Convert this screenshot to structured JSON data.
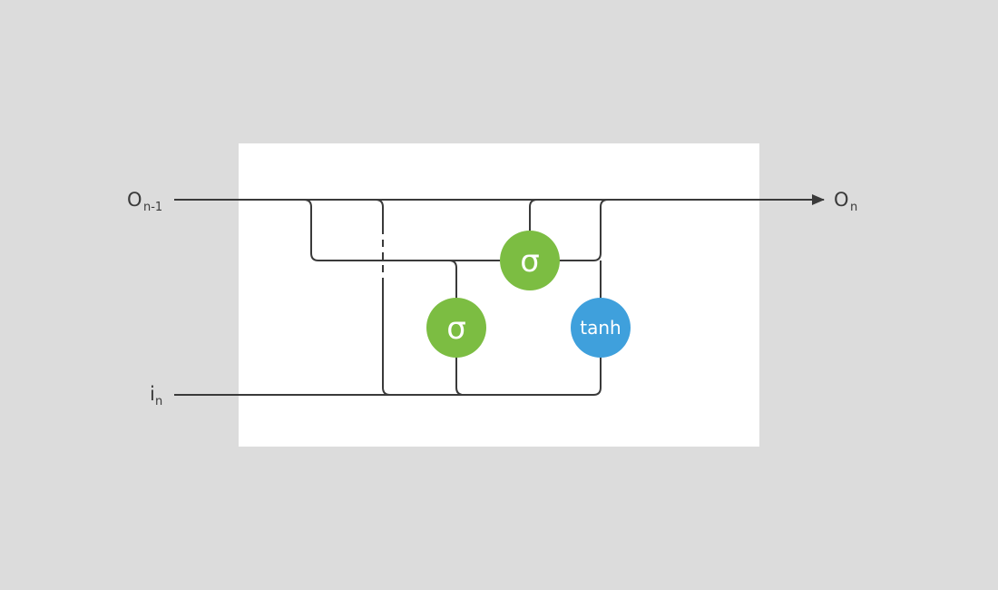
{
  "diagram": {
    "input_prev_output": {
      "main": "O",
      "sub": "n-1"
    },
    "input_current": {
      "main": "i",
      "sub": "n"
    },
    "output": {
      "main": "O",
      "sub": "n"
    },
    "gates": [
      {
        "label": "σ",
        "color": "#7cbd42"
      },
      {
        "label": "σ",
        "color": "#7cbd42"
      },
      {
        "label": "tanh",
        "color": "#3fa0dc"
      }
    ],
    "colors": {
      "background": "#dcdcdc",
      "panel": "#ffffff",
      "wire": "#3a3a3a"
    }
  }
}
